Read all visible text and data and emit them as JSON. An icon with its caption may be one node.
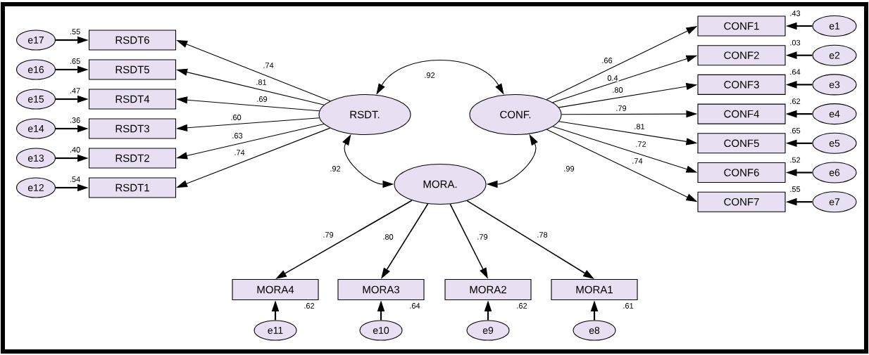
{
  "diagram": {
    "nodes": [
      {
        "text": [
          "RSDT."
        ]
      },
      {
        "text": [
          "CONF."
        ]
      },
      {
        "text": [
          "MORA."
        ]
      },
      {
        "text": [
          "RSDT6"
        ],
        "beside": [
          ".55"
        ]
      },
      {
        "text": [
          "RSDT5"
        ],
        "beside": [
          ".65"
        ]
      },
      {
        "text": [
          "RSDT4"
        ],
        "beside": [
          ".47"
        ]
      },
      {
        "text": [
          "RSDT3"
        ],
        "beside": [
          ".36"
        ]
      },
      {
        "text": [
          "RSDT2"
        ],
        "beside": [
          ".40"
        ]
      },
      {
        "text": [
          "RSDT1"
        ],
        "beside": [
          ".54"
        ]
      },
      {
        "text": [
          "CONF1"
        ],
        "beside": [
          ".43"
        ]
      },
      {
        "text": [
          "CONF2"
        ],
        "beside": [
          ".03"
        ]
      },
      {
        "text": [
          "CONF3"
        ],
        "beside": [
          ".64"
        ]
      },
      {
        "text": [
          "CONF4"
        ],
        "beside": [
          ".62"
        ]
      },
      {
        "text": [
          "CONF5"
        ],
        "beside": [
          ".65"
        ]
      },
      {
        "text": [
          "CONF6"
        ],
        "beside": [
          ".52"
        ]
      },
      {
        "text": [
          "CONF7"
        ],
        "beside": [
          ".55"
        ]
      },
      {
        "text": [
          "MORA4"
        ],
        "beside": [
          ".62"
        ]
      },
      {
        "text": [
          "MORA3"
        ],
        "beside": [
          ".64"
        ]
      },
      {
        "text": [
          "MORA2"
        ],
        "beside": [
          ".62"
        ]
      },
      {
        "text": [
          "MORA1"
        ],
        "beside": [
          ".61"
        ]
      },
      {
        "text": [
          "e17"
        ]
      },
      {
        "text": [
          "e16"
        ]
      },
      {
        "text": [
          "e15"
        ]
      },
      {
        "text": [
          "e14"
        ]
      },
      {
        "text": [
          "e13"
        ]
      },
      {
        "text": [
          "e12"
        ]
      },
      {
        "text": [
          "e1"
        ]
      },
      {
        "text": [
          "e2"
        ]
      },
      {
        "text": [
          "e3"
        ]
      },
      {
        "text": [
          "e4"
        ]
      },
      {
        "text": [
          "e5"
        ]
      },
      {
        "text": [
          "e6"
        ]
      },
      {
        "text": [
          "e7"
        ]
      },
      {
        "text": [
          "e11"
        ]
      },
      {
        "text": [
          "e10"
        ]
      },
      {
        "text": [
          "e9"
        ]
      },
      {
        "text": [
          "e8"
        ]
      }
    ],
    "edges": [
      {
        "from": 0,
        "to": 1,
        "arrow": "both",
        "label": ".92"
      },
      {
        "from": 0,
        "to": 2,
        "arrow": "both",
        "label": ".92"
      },
      {
        "from": 1,
        "to": 2,
        "arrow": "both",
        "label": ".99"
      },
      {
        "from": 0,
        "to": 3,
        "arrow": "to",
        "label": ".74"
      },
      {
        "from": 0,
        "to": 4,
        "arrow": "to",
        "label": ".81"
      },
      {
        "from": 0,
        "to": 5,
        "arrow": "to",
        "label": ".69"
      },
      {
        "from": 0,
        "to": 6,
        "arrow": "to",
        "label": ".60"
      },
      {
        "from": 0,
        "to": 7,
        "arrow": "to",
        "label": ".63"
      },
      {
        "from": 0,
        "to": 8,
        "arrow": "to",
        "label": ".74"
      },
      {
        "from": 1,
        "to": 9,
        "arrow": "to",
        "label": ".66"
      },
      {
        "from": 1,
        "to": 10,
        "arrow": "to",
        "label": "0.4"
      },
      {
        "from": 1,
        "to": 11,
        "arrow": "to",
        "label": ".80"
      },
      {
        "from": 1,
        "to": 12,
        "arrow": "to",
        "label": ".79"
      },
      {
        "from": 1,
        "to": 13,
        "arrow": "to",
        "label": ".81"
      },
      {
        "from": 1,
        "to": 14,
        "arrow": "to",
        "label": ".72"
      },
      {
        "from": 1,
        "to": 15,
        "arrow": "to",
        "label": ".74"
      },
      {
        "from": 2,
        "to": 16,
        "arrow": "to",
        "label": ".79"
      },
      {
        "from": 2,
        "to": 17,
        "arrow": "to",
        "label": ".80"
      },
      {
        "from": 2,
        "to": 18,
        "arrow": "to",
        "label": ".79"
      },
      {
        "from": 2,
        "to": 19,
        "arrow": "to",
        "label": ".78"
      },
      {
        "from": 20,
        "to": 3,
        "arrow": "to"
      },
      {
        "from": 21,
        "to": 4,
        "arrow": "to"
      },
      {
        "from": 22,
        "to": 5,
        "arrow": "to"
      },
      {
        "from": 23,
        "to": 6,
        "arrow": "to"
      },
      {
        "from": 24,
        "to": 7,
        "arrow": "to"
      },
      {
        "from": 25,
        "to": 8,
        "arrow": "to"
      },
      {
        "from": 26,
        "to": 9,
        "arrow": "to"
      },
      {
        "from": 27,
        "to": 10,
        "arrow": "to"
      },
      {
        "from": 28,
        "to": 11,
        "arrow": "to"
      },
      {
        "from": 29,
        "to": 12,
        "arrow": "to"
      },
      {
        "from": 30,
        "to": 13,
        "arrow": "to"
      },
      {
        "from": 31,
        "to": 14,
        "arrow": "to"
      },
      {
        "from": 32,
        "to": 15,
        "arrow": "to"
      },
      {
        "from": 33,
        "to": 16,
        "arrow": "to"
      },
      {
        "from": 34,
        "to": 17,
        "arrow": "to"
      },
      {
        "from": 35,
        "to": 18,
        "arrow": "to"
      },
      {
        "from": 36,
        "to": 19,
        "arrow": "to"
      }
    ]
  }
}
